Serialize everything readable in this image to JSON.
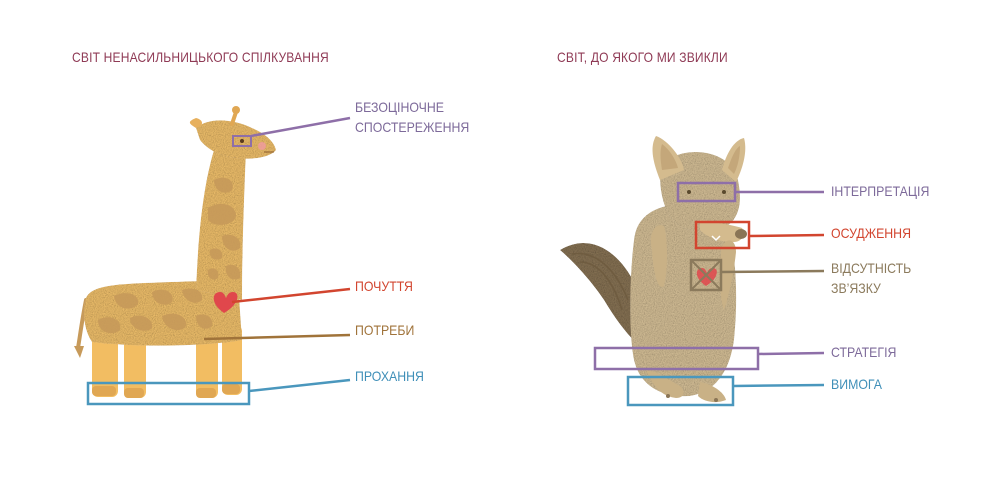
{
  "left_panel": {
    "title": "СВІТ НЕНАСИЛЬНИЦЬКОГО СПІЛКУВАННЯ",
    "character": "giraffe",
    "labels": [
      {
        "id": "observation",
        "lines": [
          "БЕЗОЦІНОЧНЕ",
          "СПОСТЕРЕЖЕННЯ"
        ],
        "color": "#7d6a9a"
      },
      {
        "id": "feelings",
        "lines": [
          "ПОЧУТТЯ"
        ],
        "color": "#d2452f"
      },
      {
        "id": "needs",
        "lines": [
          "ПОТРЕБИ"
        ],
        "color": "#a0733a"
      },
      {
        "id": "request",
        "lines": [
          "ПРОХАННЯ"
        ],
        "color": "#3f8fb8"
      }
    ]
  },
  "right_panel": {
    "title": "СВІТ, ДО ЯКОГО МИ ЗВИКЛИ",
    "character": "jackal",
    "labels": [
      {
        "id": "interpretation",
        "lines": [
          "ІНТЕРПРЕТАЦІЯ"
        ],
        "color": "#7d6a9a"
      },
      {
        "id": "judgement",
        "lines": [
          "ОСУДЖЕННЯ"
        ],
        "color": "#d2452f"
      },
      {
        "id": "disconnection",
        "lines": [
          "ВІДСУТНІСТЬ",
          "ЗВ’ЯЗКУ"
        ],
        "color": "#8b7a5c"
      },
      {
        "id": "strategy",
        "lines": [
          "СТРАТЕГІЯ"
        ],
        "color": "#7d6a9a"
      },
      {
        "id": "demand",
        "lines": [
          "ВИМОГА"
        ],
        "color": "#3f8fb8"
      }
    ]
  },
  "colors": {
    "title": "#8f3a55",
    "giraffe_body": "#f5c46e",
    "giraffe_spots": "#c79a5a",
    "jackal_body": "#d9c39a",
    "jackal_dark": "#8a7556",
    "heart": "#e0474c"
  }
}
